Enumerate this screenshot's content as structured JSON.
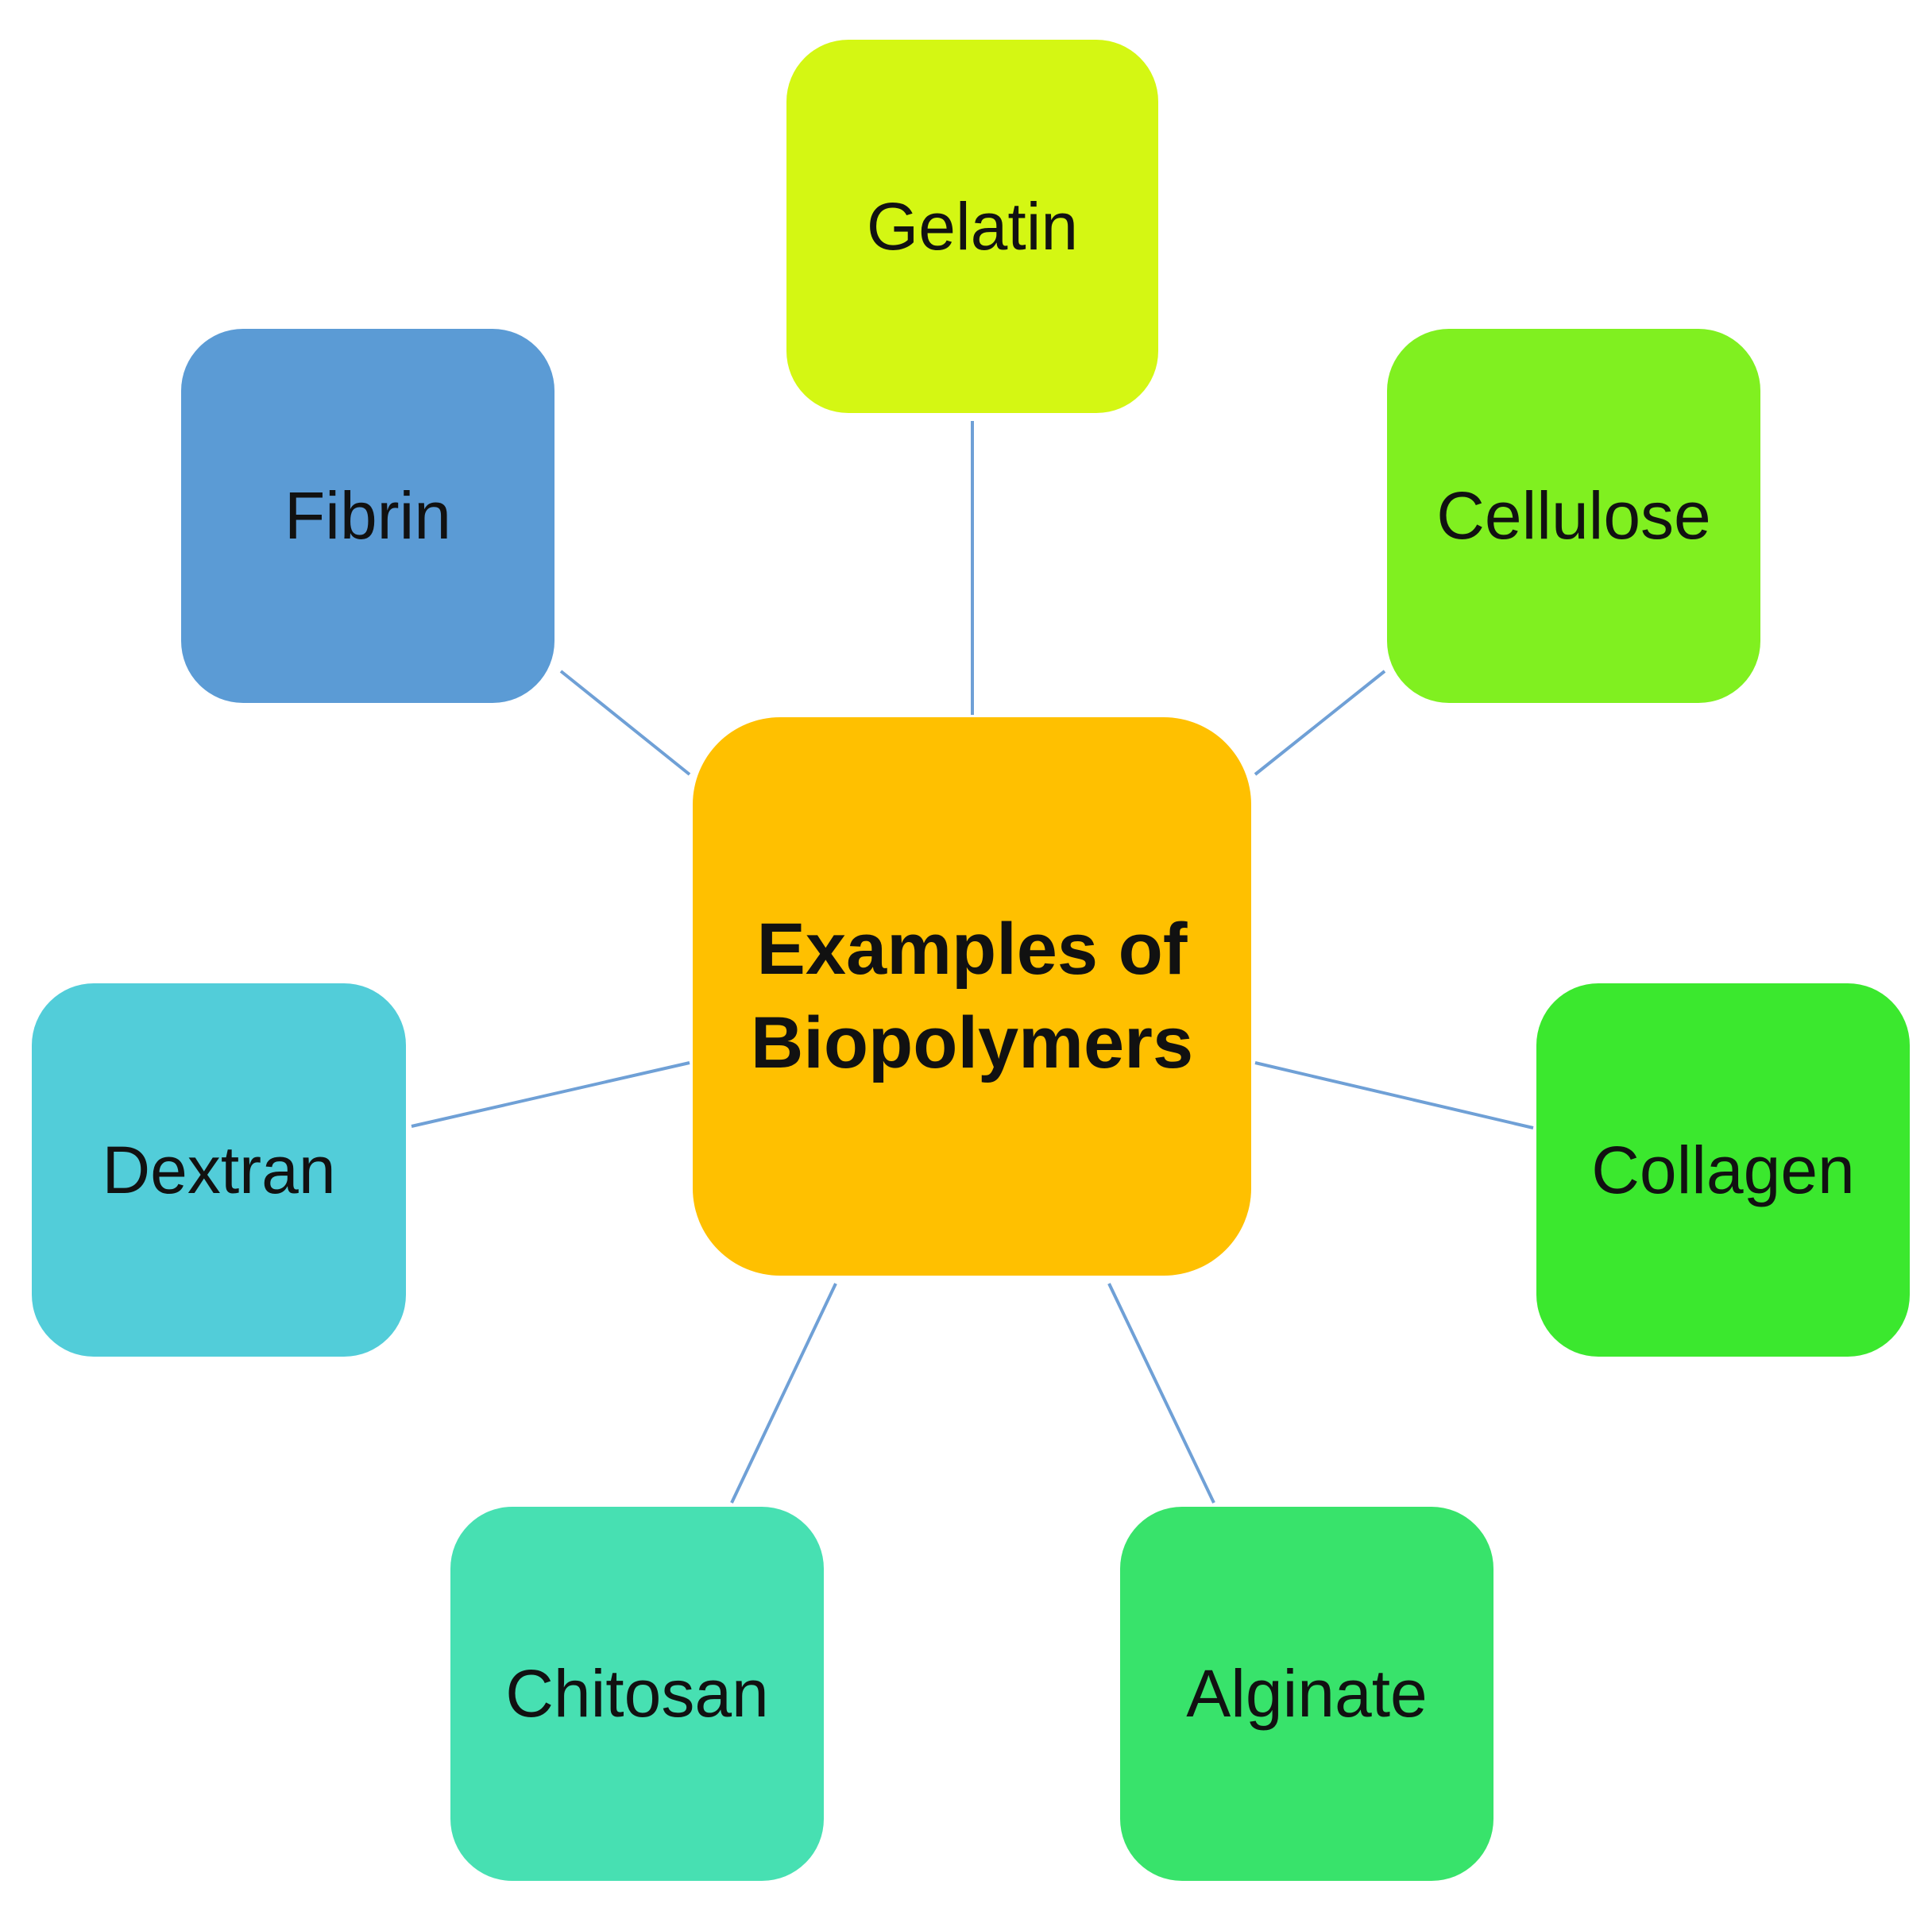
{
  "diagram": {
    "center": {
      "line1": "Examples of",
      "line2": "Biopolymers",
      "color": "#ffc000"
    },
    "nodes": [
      {
        "id": "gelatin",
        "label": "Gelatin",
        "color": "#d4f713"
      },
      {
        "id": "fibrin",
        "label": "Fibrin",
        "color": "#5b9bd5"
      },
      {
        "id": "cellulose",
        "label": "Cellulose",
        "color": "#80f020"
      },
      {
        "id": "dextran",
        "label": "Dextran",
        "color": "#52cdd9"
      },
      {
        "id": "collagen",
        "label": "Collagen",
        "color": "#3be82e"
      },
      {
        "id": "chitosan",
        "label": "Chitosan",
        "color": "#47e0b2"
      },
      {
        "id": "alginate",
        "label": "Alginate",
        "color": "#38e36b"
      }
    ],
    "connector_color": "#6fa0d6"
  }
}
